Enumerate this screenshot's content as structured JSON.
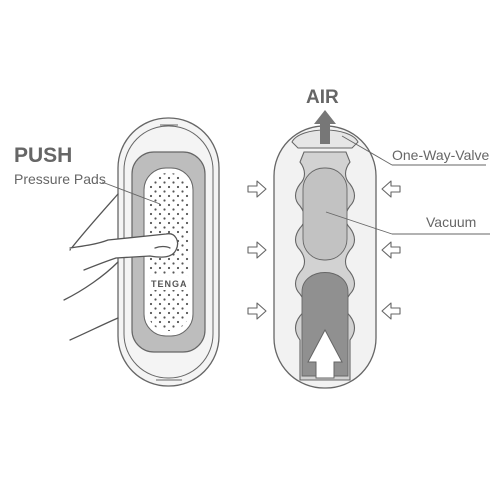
{
  "left_device": {
    "push_label": "PUSH",
    "pressure_pads_label": "Pressure Pads",
    "logo_text": "TENGA"
  },
  "right_device": {
    "air_label": "AIR",
    "one_way_valve_label": "One-Way-Valve",
    "vacuum_label": "Vacuum"
  },
  "colors": {
    "outline": "#666666",
    "body_fill": "#f4f4f4",
    "panel_fill": "#bdbdbd",
    "inner_fill": "#d2d2d2",
    "dark_chamber": "#909090",
    "dot": "#555555",
    "text": "#666666"
  },
  "icons": [
    "hand-icon",
    "inward-arrow-icon",
    "air-arrow-icon"
  ]
}
